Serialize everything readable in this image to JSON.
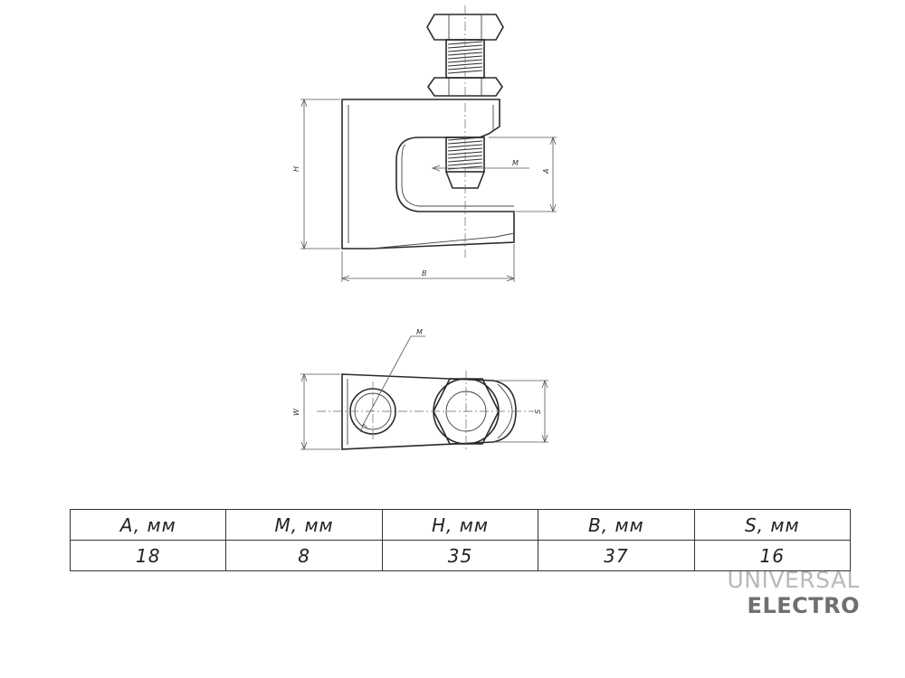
{
  "drawing": {
    "labels": {
      "front_height": "H",
      "front_depth": "A",
      "front_thread": "M",
      "front_width": "B",
      "top_thread": "M",
      "top_width": "W",
      "top_s": "S"
    }
  },
  "table": {
    "headers": [
      "A, мм",
      "M, мм",
      "H, мм",
      "B, мм",
      "S, мм"
    ],
    "rows": [
      [
        "18",
        "8",
        "35",
        "37",
        "16"
      ]
    ]
  },
  "logo": {
    "line1": "UNIVERSAL",
    "line2": "ELECTRO"
  },
  "colors": {
    "line": "#2a2a2a",
    "logo_light": "#b9b9b9",
    "logo_dark": "#6f6f6f"
  }
}
